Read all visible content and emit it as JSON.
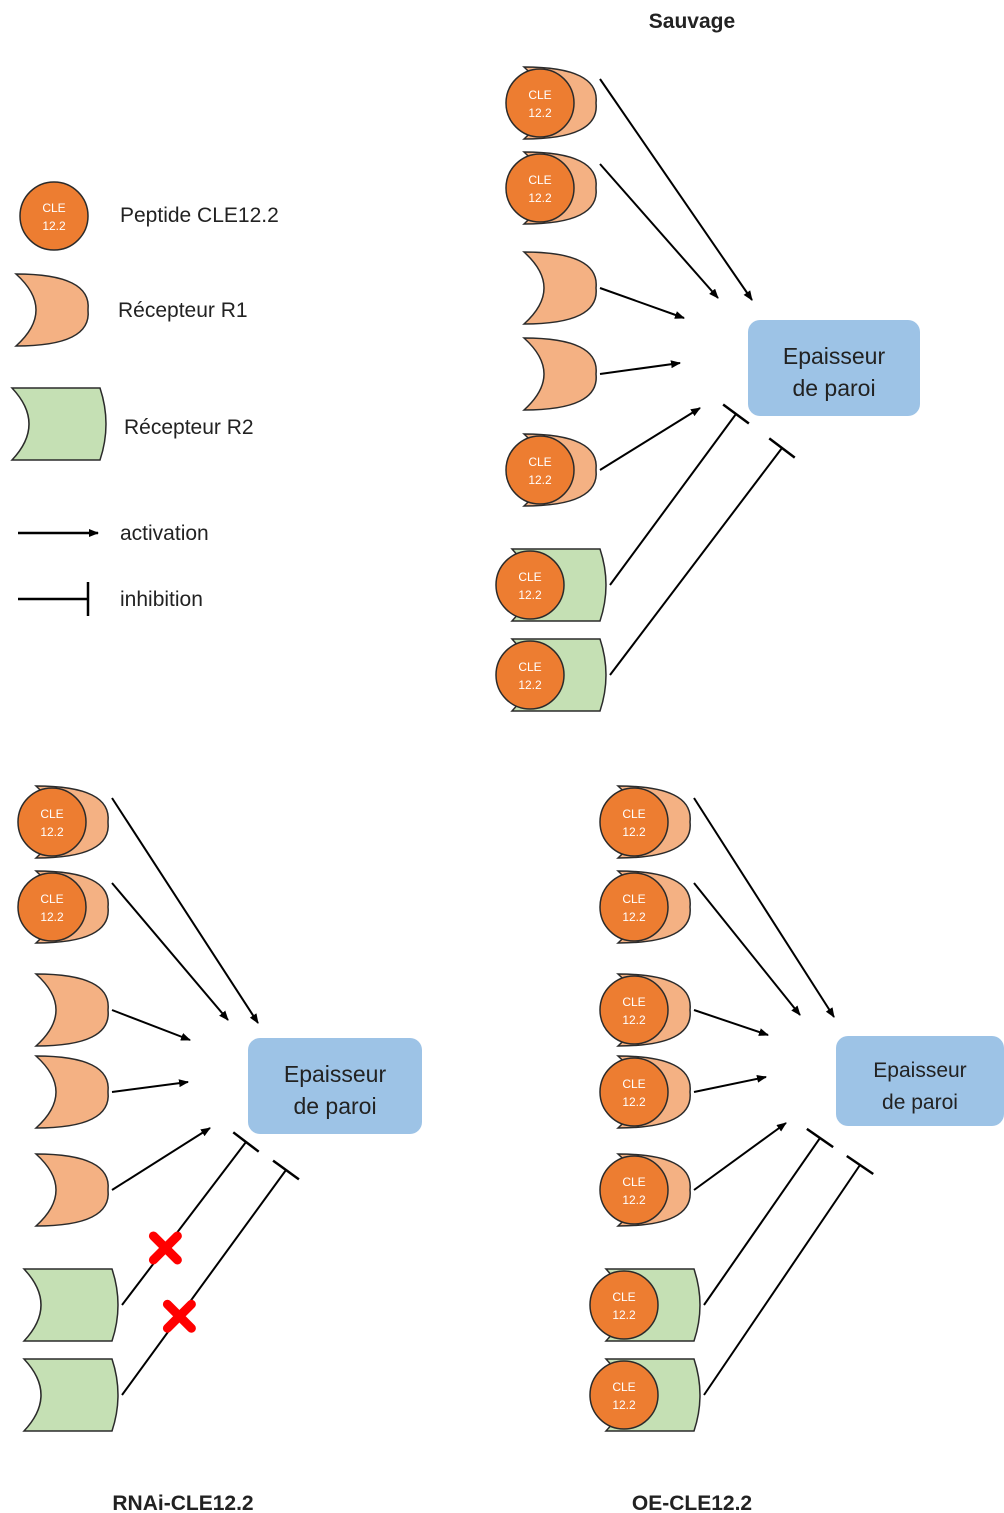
{
  "colors": {
    "peptide_fill": "#ED7D31",
    "peptide_stroke": "#2b2b2b",
    "r1_fill": "#F4B183",
    "r2_fill": "#C5E0B4",
    "target_fill": "#9DC3E6",
    "line": "#000000",
    "cross": "#FF0000"
  },
  "peptide": {
    "line1": "CLE",
    "line2": "12.2"
  },
  "legend": {
    "peptide_label": "Peptide CLE12.2",
    "r1_label": "Récepteur R1",
    "r2_label": "Récepteur R2",
    "activation_label": "activation",
    "inhibition_label": "inhibition"
  },
  "panels": [
    {
      "id": "sauvage",
      "title": "Sauvage",
      "target": {
        "line1": "Epaisseur",
        "line2": "de paroi"
      },
      "receptors": [
        {
          "type": "R1",
          "bound": true,
          "effect": "activation",
          "blocked": false
        },
        {
          "type": "R1",
          "bound": true,
          "effect": "activation",
          "blocked": false
        },
        {
          "type": "R1",
          "bound": false,
          "effect": "activation",
          "blocked": false
        },
        {
          "type": "R1",
          "bound": false,
          "effect": "activation",
          "blocked": false
        },
        {
          "type": "R1",
          "bound": true,
          "effect": "activation",
          "blocked": false
        },
        {
          "type": "R2",
          "bound": true,
          "effect": "inhibition",
          "blocked": false
        },
        {
          "type": "R2",
          "bound": true,
          "effect": "inhibition",
          "blocked": false
        }
      ]
    },
    {
      "id": "rnai",
      "title": "RNAi-CLE12.2",
      "target": {
        "line1": "Epaisseur",
        "line2": "de paroi"
      },
      "receptors": [
        {
          "type": "R1",
          "bound": true,
          "effect": "activation",
          "blocked": false
        },
        {
          "type": "R1",
          "bound": true,
          "effect": "activation",
          "blocked": false
        },
        {
          "type": "R1",
          "bound": false,
          "effect": "activation",
          "blocked": false
        },
        {
          "type": "R1",
          "bound": false,
          "effect": "activation",
          "blocked": false
        },
        {
          "type": "R1",
          "bound": false,
          "effect": "activation",
          "blocked": false
        },
        {
          "type": "R2",
          "bound": false,
          "effect": "inhibition",
          "blocked": true
        },
        {
          "type": "R2",
          "bound": false,
          "effect": "inhibition",
          "blocked": true
        }
      ]
    },
    {
      "id": "oe",
      "title": "OE-CLE12.2",
      "target": {
        "line1": "Epaisseur",
        "line2": "de paroi"
      },
      "receptors": [
        {
          "type": "R1",
          "bound": true,
          "effect": "activation",
          "blocked": false
        },
        {
          "type": "R1",
          "bound": true,
          "effect": "activation",
          "blocked": false
        },
        {
          "type": "R1",
          "bound": true,
          "effect": "activation",
          "blocked": false
        },
        {
          "type": "R1",
          "bound": true,
          "effect": "activation",
          "blocked": false
        },
        {
          "type": "R1",
          "bound": true,
          "effect": "activation",
          "blocked": false
        },
        {
          "type": "R2",
          "bound": true,
          "effect": "inhibition",
          "blocked": false
        },
        {
          "type": "R2",
          "bound": true,
          "effect": "inhibition",
          "blocked": false
        }
      ]
    }
  ]
}
